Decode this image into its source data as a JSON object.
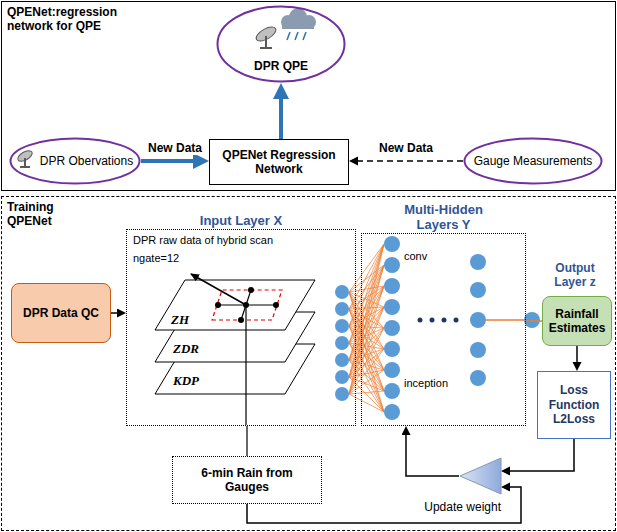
{
  "diagram": {
    "nodes": [
      {
        "text": [
          "QPENet:regression network for QPE"
        ]
      },
      {
        "text": [
          "DPR QPE"
        ],
        "in": 0
      },
      {
        "text": [
          "DPR Obervations"
        ],
        "in": 0
      },
      {
        "text": [
          "QPENet Regression Network"
        ],
        "in": 0
      },
      {
        "text": [
          "Gauge Measurements"
        ],
        "in": 0
      },
      {
        "text": [
          "Training QPENet"
        ]
      },
      {
        "text": [
          "DPR Data QC"
        ],
        "in": 5
      },
      {
        "text": [
          "Input Layer X",
          "DPR raw data of hybrid scan",
          "ngate=12"
        ],
        "in": 5
      },
      {
        "text": [
          "Multi-Hidden Layers Y"
        ],
        "in": 5
      },
      {
        "text": [
          "Rainfall Estimates"
        ],
        "in": 5
      },
      {
        "text": [
          "Loss Function L2Loss"
        ],
        "in": 5
      },
      {
        "text": [
          "6-min Rain from Gauges"
        ],
        "in": 5
      },
      {
        "text": [
          "Update weight"
        ],
        "in": 5
      }
    ],
    "edges": [
      {
        "from": 2,
        "to": 3,
        "label": "New Data",
        "arrow": "to"
      },
      {
        "from": 4,
        "to": 3,
        "label": "New Data",
        "arrow": "to"
      },
      {
        "from": 3,
        "to": 1,
        "arrow": "to"
      },
      {
        "from": 6,
        "to": 7,
        "arrow": "to"
      },
      {
        "from": 9,
        "to": 10,
        "arrow": "to"
      },
      {
        "from": 10,
        "to": 12,
        "arrow": "to"
      },
      {
        "from": 11,
        "to": 12,
        "arrow": "to"
      },
      {
        "from": 12,
        "to": 8,
        "arrow": "to"
      },
      {
        "from": 7,
        "to": 11,
        "arrow": "none"
      },
      {
        "from": 8,
        "to": 9,
        "arrow": "none"
      }
    ],
    "labels": [
      "ZH",
      "ZDR",
      "KDP",
      "conv",
      "inception",
      "Output Layer z"
    ]
  }
}
